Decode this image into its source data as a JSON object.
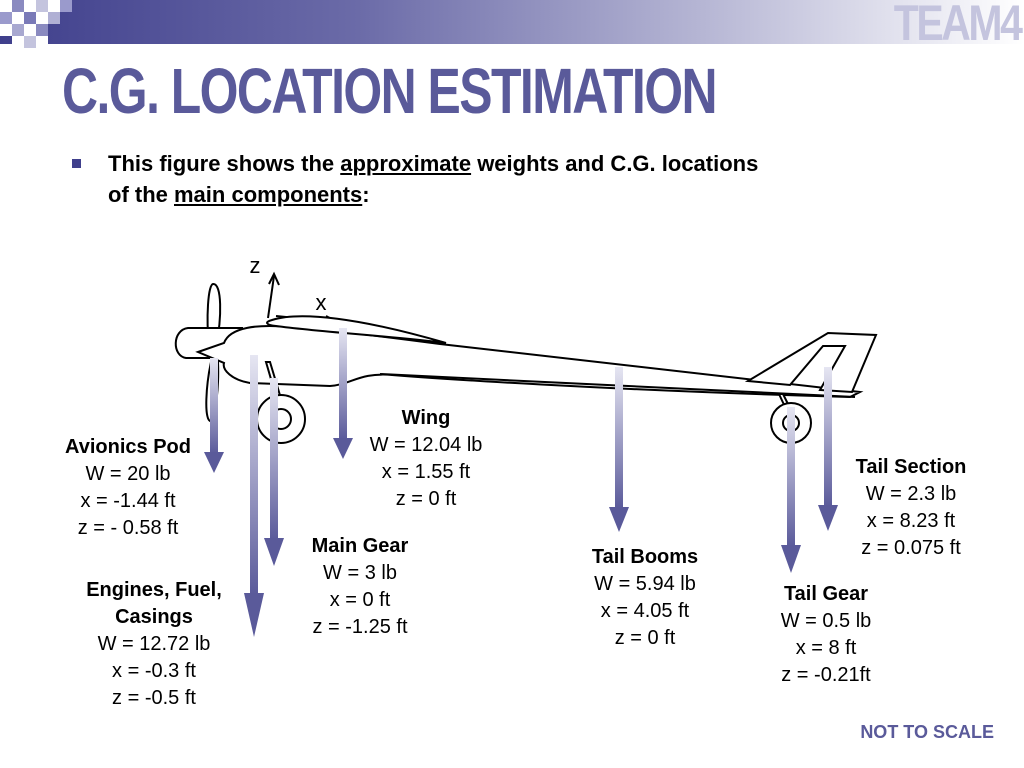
{
  "header": {
    "logo_text": "TEAM4"
  },
  "title": "C.G. LOCATION ESTIMATION",
  "bullet": {
    "part1": "This figure shows the ",
    "link1": "approximate",
    "part2": " weights and C.G. locations of the ",
    "link2": "main components",
    "part3": ":"
  },
  "axes": {
    "z": "z",
    "x": "x"
  },
  "components": {
    "avionics": {
      "name": "Avionics Pod",
      "w": "W = 20 lb",
      "x": "x = -1.44 ft",
      "z": "z = - 0.58 ft"
    },
    "engines": {
      "name": "Engines, Fuel, Casings",
      "w": "W = 12.72 lb",
      "x": "x = -0.3 ft",
      "z": "z = -0.5 ft"
    },
    "main_gear": {
      "name": "Main Gear",
      "w": "W = 3 lb",
      "x": "x = 0 ft",
      "z": "z = -1.25 ft"
    },
    "wing": {
      "name": "Wing",
      "w": "W = 12.04 lb",
      "x": "x = 1.55 ft",
      "z": "z = 0 ft"
    },
    "tail_booms": {
      "name": "Tail Booms",
      "w": "W = 5.94 lb",
      "x": "x = 4.05 ft",
      "z": "z = 0 ft"
    },
    "tail_section": {
      "name": "Tail Section",
      "w": "W = 2.3 lb",
      "x": "x = 8.23 ft",
      "z": "z = 0.075 ft"
    },
    "tail_gear": {
      "name": "Tail Gear",
      "w": "W = 0.5 lb",
      "x": "x = 8 ft",
      "z": "z = -0.21ft"
    }
  },
  "note": "NOT TO SCALE",
  "colors": {
    "accent": "#3f3f8c",
    "title": "#5a5a9a",
    "arrow": "#6b6ba8"
  }
}
